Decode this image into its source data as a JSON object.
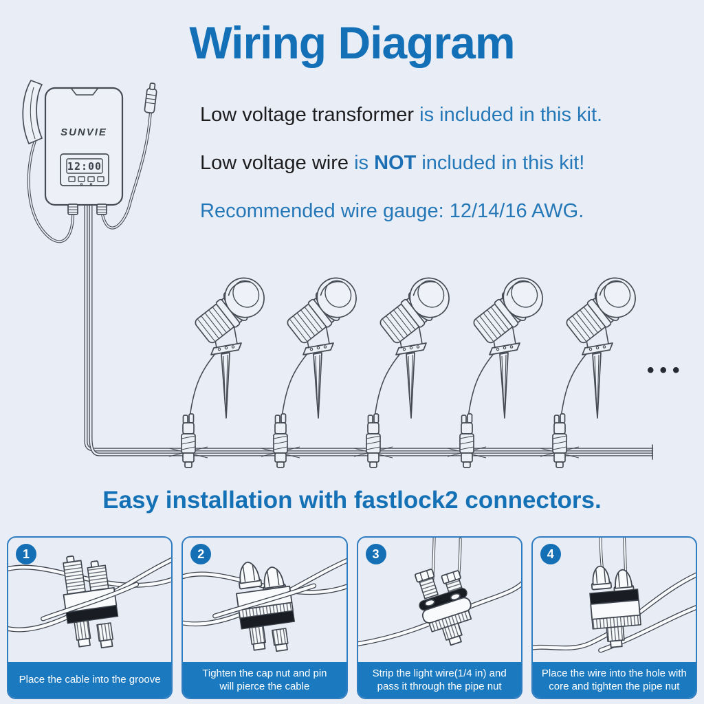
{
  "title": "Wiring Diagram",
  "notes": {
    "line1": {
      "black": "Low voltage transformer ",
      "blue": "is included in this kit."
    },
    "line2": {
      "black": "Low voltage wire ",
      "blue_pre": "is ",
      "blue_bold": "NOT",
      "blue_post": " included in this kit!"
    },
    "line3": "Recommended wire gauge: 12/14/16 AWG."
  },
  "diagram": {
    "brand": "SUNVIE",
    "display_time": "12:00",
    "more_indicator": "•••"
  },
  "section_title": "Easy installation with fastlock2 connectors.",
  "steps": [
    {
      "number": "1",
      "caption_line1": "Place the cable into the groove",
      "caption_line2": ""
    },
    {
      "number": "2",
      "caption_line1": "Tighten the cap nut and pin",
      "caption_line2": "will pierce the cable"
    },
    {
      "number": "3",
      "caption_line1": "Strip the light wire(1/4 in) and",
      "caption_line2": "pass it through the pipe nut"
    },
    {
      "number": "4",
      "caption_line1": "Place the wire into the hole with",
      "caption_line2": "core and tighten the pipe nut"
    }
  ],
  "colors": {
    "accent_blue": "#1370b7",
    "note_blue": "#2578b8",
    "caption_bar_blue": "#1b79c0",
    "badge_blue": "#156fb4",
    "panel_border_blue": "#2f7dc0",
    "text_black": "#1d1d20",
    "line_art_gray": "#454b54",
    "background": "#e9edf5"
  }
}
